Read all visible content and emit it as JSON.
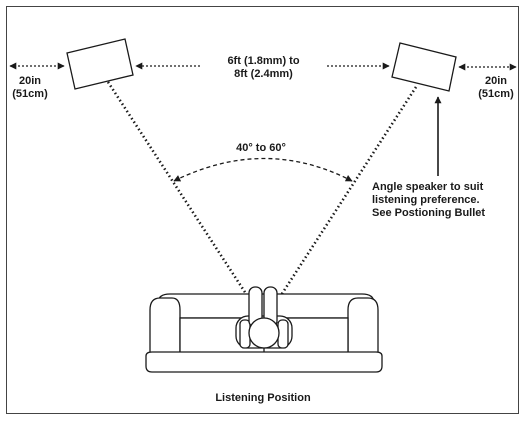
{
  "labels": {
    "left_gap_line1": "20in",
    "left_gap_line2": "(51cm)",
    "right_gap_line1": "20in",
    "right_gap_line2": "(51cm)",
    "spacing_line1": "6ft (1.8mm) to",
    "spacing_line2": "8ft (2.4mm)",
    "angle": "40° to 60°",
    "note_line1": "Angle speaker to suit",
    "note_line2": "listening preference.",
    "note_line3": "See Postioning Bullet",
    "caption": "Listening Position"
  },
  "colors": {
    "line": "#1a1a1a",
    "border": "#444444"
  }
}
